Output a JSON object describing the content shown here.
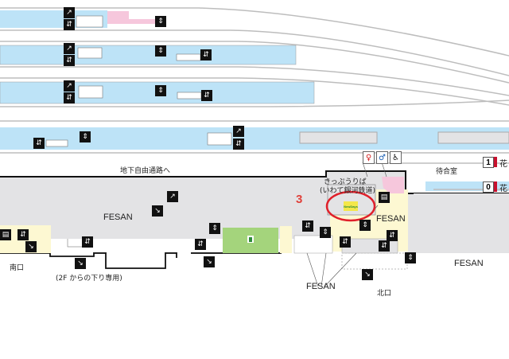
{
  "map": {
    "type": "station floor map",
    "colors": {
      "platform": "#bde3f7",
      "concourse": "#e3e3e5",
      "shop_yellow": "#fdf8d2",
      "green_area": "#a4d47c",
      "pink_area": "#f6c7dc",
      "highlight_circle": "#e0202a",
      "track_marker": "#c8102e"
    },
    "labels": {
      "underground_passage": "地下自由通路へ",
      "fesan_main": "FESAN",
      "fesan_lower": "FESAN",
      "fesan_right": "FESAN",
      "fesan_north": "FESAN",
      "ticket_office_line1": "きっぷうりば",
      "ticket_office_line2": "(いわて銀河鉄道)",
      "waiting_room": "待合室",
      "south_exit": "南口",
      "north_exit": "北口",
      "down_only_note": "(2F からの下り専用)",
      "marker_number": "3"
    },
    "tracks": [
      {
        "number": "1",
        "destination": "花"
      },
      {
        "number": "0",
        "destination": "花"
      }
    ],
    "store": {
      "name_line1": "NewDays",
      "name_line2": "Days"
    },
    "icons": {
      "escalator_up": "↗",
      "escalator_down": "↘",
      "stairs": "⇵",
      "elevator": "⇕",
      "locker": "▤",
      "toilet_male": "🚹",
      "toilet_female": "🚺",
      "toilet_accessible": "♿"
    }
  }
}
